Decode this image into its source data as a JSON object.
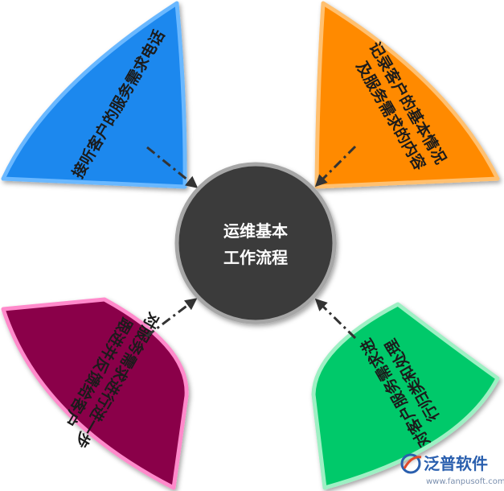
{
  "center": {
    "line1": "运维基本",
    "line2": "工作流程"
  },
  "segments": [
    {
      "id": "top-left",
      "color": "#1e88ee",
      "border": "#6ab8ff",
      "lines": [
        "接听客户的服务需求电话"
      ]
    },
    {
      "id": "top-right",
      "color": "#ff8a00",
      "border": "#ffc070",
      "lines": [
        "记录客户的基本情况",
        "及服务需求的内容"
      ]
    },
    {
      "id": "bottom-right",
      "color": "#00c96a",
      "border": "#9ef0c4",
      "lines": [
        "对客户服务需求进",
        "行归类和处理"
      ]
    },
    {
      "id": "bottom-left",
      "color": "#8a0048",
      "border": "#ff8acb",
      "lines": [
        "对服务需求进行进一步",
        "跟进并反馈给客户"
      ]
    }
  ],
  "brand": {
    "name": "泛普软件",
    "url": "www.fanpusoft.com",
    "icon": "fanpu-logo-icon"
  }
}
